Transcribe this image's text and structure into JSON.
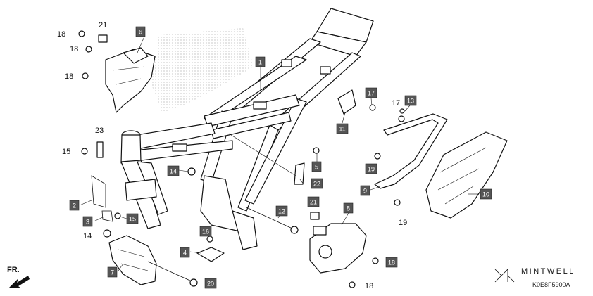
{
  "diagram": {
    "code": "K0E8F5900A",
    "brand": "MINTWELL",
    "direction_label": "FR.",
    "boxed_callouts": [
      "1",
      "2",
      "3",
      "4",
      "5",
      "6",
      "7",
      "8",
      "9",
      "10",
      "11",
      "12",
      "13",
      "14",
      "15",
      "16",
      "17",
      "19",
      "20",
      "21",
      "22"
    ],
    "callouts": [
      {
        "id": "c1",
        "label": "1",
        "boxed": true
      },
      {
        "id": "c2",
        "label": "2",
        "boxed": true
      },
      {
        "id": "c3",
        "label": "3",
        "boxed": true
      },
      {
        "id": "c4",
        "label": "4",
        "boxed": true
      },
      {
        "id": "c5",
        "label": "5",
        "boxed": true
      },
      {
        "id": "c6",
        "label": "6",
        "boxed": true
      },
      {
        "id": "c7",
        "label": "7",
        "boxed": true
      },
      {
        "id": "c8",
        "label": "8",
        "boxed": true
      },
      {
        "id": "c9",
        "label": "9",
        "boxed": true
      },
      {
        "id": "c10",
        "label": "10",
        "boxed": true
      },
      {
        "id": "c11",
        "label": "11",
        "boxed": true
      },
      {
        "id": "c12",
        "label": "12",
        "boxed": true
      },
      {
        "id": "c13",
        "label": "13",
        "boxed": true
      },
      {
        "id": "c14a",
        "label": "14",
        "boxed": true
      },
      {
        "id": "c14b",
        "label": "14",
        "boxed": false
      },
      {
        "id": "c15a",
        "label": "15",
        "boxed": false
      },
      {
        "id": "c15b",
        "label": "15",
        "boxed": true
      },
      {
        "id": "c16",
        "label": "16",
        "boxed": true
      },
      {
        "id": "c17a",
        "label": "17",
        "boxed": true
      },
      {
        "id": "c17b",
        "label": "17",
        "boxed": false
      },
      {
        "id": "c18a",
        "label": "18",
        "boxed": false
      },
      {
        "id": "c18b",
        "label": "18",
        "boxed": false
      },
      {
        "id": "c18c",
        "label": "18",
        "boxed": false
      },
      {
        "id": "c18d",
        "label": "18",
        "boxed": true
      },
      {
        "id": "c18e",
        "label": "18",
        "boxed": false
      },
      {
        "id": "c19a",
        "label": "19",
        "boxed": true
      },
      {
        "id": "c19b",
        "label": "19",
        "boxed": false
      },
      {
        "id": "c20",
        "label": "20",
        "boxed": true
      },
      {
        "id": "c21a",
        "label": "21",
        "boxed": false
      },
      {
        "id": "c21b",
        "label": "21",
        "boxed": true
      },
      {
        "id": "c22",
        "label": "22",
        "boxed": true
      },
      {
        "id": "c23",
        "label": "23",
        "boxed": false
      }
    ]
  }
}
